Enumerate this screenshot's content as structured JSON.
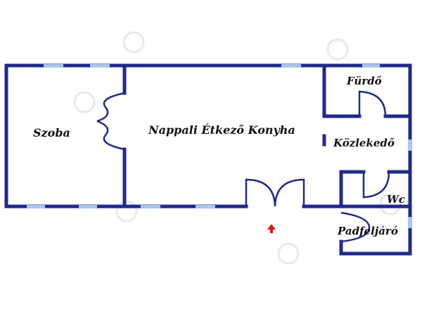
{
  "floorplan": {
    "wall_color": "#1f2a8c",
    "window_color": "#a9c7ea",
    "entrance_arrow_color": "#e01414",
    "rooms": {
      "szoba": "Szoba",
      "nappali": "Nappali Étkező Konyha",
      "furdo": "Fürdő",
      "kozlekedo": "Közlekedő",
      "wc": "Wc",
      "padfeljaro": "Padfeljáró"
    }
  }
}
